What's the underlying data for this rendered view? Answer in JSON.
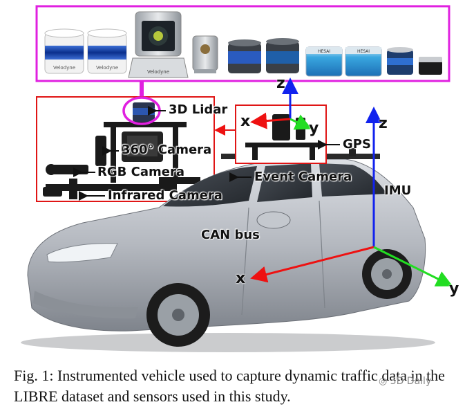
{
  "labels": {
    "lidar": "3D Lidar",
    "camera360": "360° Camera",
    "rgb": "RGB Camera",
    "infrared": "Infrared Camera",
    "event": "Event Camera",
    "gps": "GPS",
    "imu": "IMU",
    "canbus": "CAN bus"
  },
  "axes": {
    "roof_z": "z",
    "roof_x": "x",
    "roof_y": "y",
    "imu_z": "z",
    "imu_x": "x",
    "imu_y": "y"
  },
  "brand_text": "Velodyne",
  "brand_text_2": "HESAI",
  "caption": "Fig. 1: Instrumented vehicle used to capture dynamic traffic data in the LIBRE dataset and sensors used in this study.",
  "watermark": "3D Daily",
  "colors": {
    "magenta": "#e020e0",
    "red_box": "#e01515",
    "axis_x": "#ee1111",
    "axis_y": "#22dd22",
    "axis_z": "#1122ee",
    "car": "#b9bdc4"
  }
}
